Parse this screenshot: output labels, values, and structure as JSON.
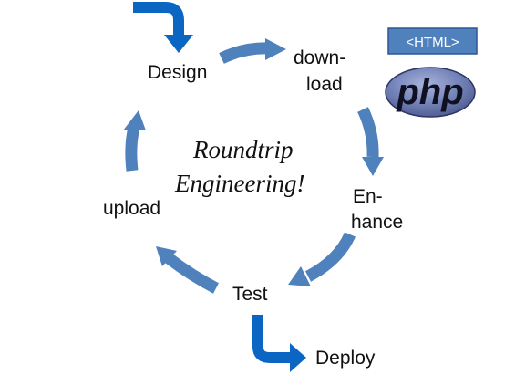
{
  "diagram": {
    "center_title": {
      "line1": "Roundtrip",
      "line2": "Engineering!"
    },
    "nodes": {
      "design": "Design",
      "download_line1": "down-",
      "download_line2": "load",
      "enhance_line1": "En-",
      "enhance_line2": "hance",
      "test": "Test",
      "upload": "upload",
      "deploy": "Deploy"
    },
    "badges": {
      "html": "<HTML>",
      "php": "php"
    },
    "colors": {
      "cycle_arrow": "#4f81bd",
      "entry_exit_arrow": "#0a66c2",
      "html_badge_fill": "#4f81bd",
      "html_badge_border": "#2f5597",
      "php_logo_fill": "#6677aa"
    }
  }
}
